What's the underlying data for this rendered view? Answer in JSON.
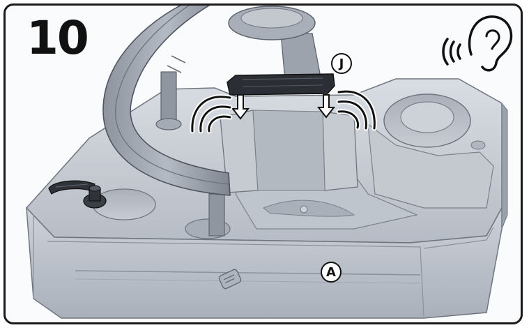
{
  "step": {
    "number": "10"
  },
  "callouts": {
    "j": "J",
    "a": "A"
  },
  "icons": {
    "sound": "ear-sound-icon",
    "arrows": "down-arrow-icon",
    "click": "click-sound-waves"
  },
  "colors": {
    "plastic": "#c9ced6",
    "plastic_shadow": "#9aa1ab",
    "plastic_dark": "#7d848e",
    "latch": "#2b2f35",
    "outline": "#1a1a1a",
    "accent": "#ffffff"
  }
}
